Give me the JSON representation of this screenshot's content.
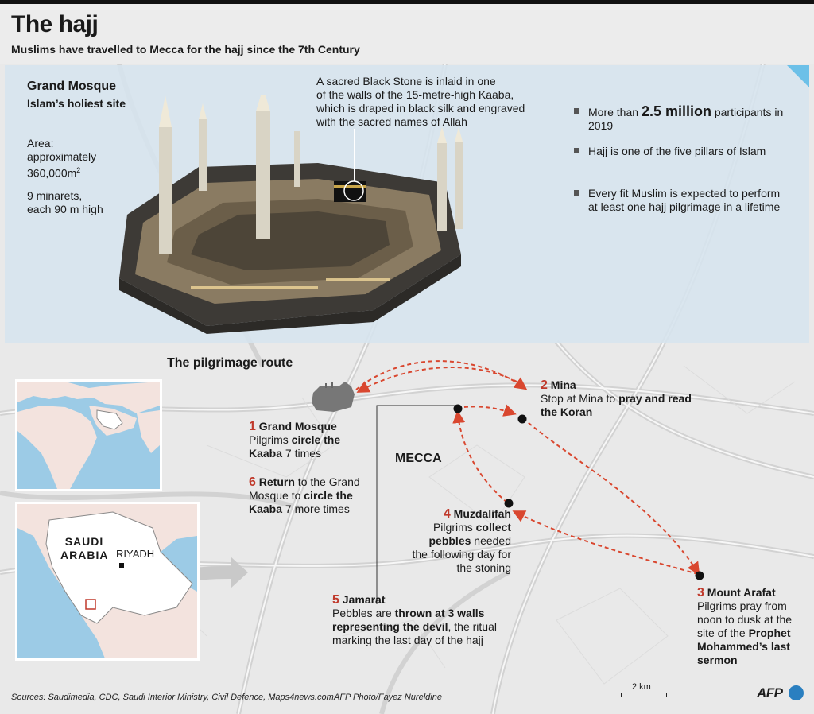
{
  "header": {
    "title": "The hajj",
    "subtitle": "Muslims have travelled to Mecca for the hajj since the 7th Century"
  },
  "mosque": {
    "title": "Grand Mosque",
    "subtitle": "Islam’s holiest site",
    "area_text": "Area:\napproximately\n360,000m",
    "area_sup": "2",
    "minarets_text": "9 minarets,\neach 90 m high",
    "stone_note": "A sacred Black Stone is inlaid in one\nof the walls of the 15-metre-high Kaaba,\nwhich is draped in black silk and engraved\nwith the sacred names of Allah"
  },
  "facts": [
    {
      "pre": "More than ",
      "bold": "2.5 million",
      "post": " participants in 2019"
    },
    {
      "pre": "Hajj is one of the five pillars of Islam",
      "bold": "",
      "post": ""
    },
    {
      "pre": "Every fit Muslim is expected to perform at least one hajj pilgrimage in a lifetime",
      "bold": "",
      "post": ""
    }
  ],
  "route": {
    "title": "The pilgrimage route",
    "city_label": "MECCA",
    "steps": {
      "s1": {
        "num": "1",
        "name": "Grand Mosque",
        "t1": "Pilgrims ",
        "b1": "circle the Kaaba",
        "t2": " 7 times"
      },
      "s2": {
        "num": "2",
        "name": "Mina",
        "t1": "Stop at Mina to ",
        "b1": "pray and read the Koran",
        "t2": ""
      },
      "s3": {
        "num": "3",
        "name": "Mount Arafat",
        "t1": "Pilgrims pray from noon to dusk at the site of the ",
        "b1": "Prophet Mohammed’s last sermon",
        "t2": ""
      },
      "s4": {
        "num": "4",
        "name": "Muzdalifah",
        "t1": "Pilgrims ",
        "b1": "collect pebbles",
        "t2": " needed the following day for the stoning"
      },
      "s5": {
        "num": "5",
        "name": "Jamarat",
        "t1": "Pebbles are ",
        "b1": "thrown",
        "t2": " at 3 walls",
        "b2": "representing the devil",
        "t3": ", the ritual marking the last day of the hajj"
      },
      "s6": {
        "num": "6",
        "name": "",
        "b0": "Return",
        "t1": " to the Grand Mosque to ",
        "b1": "circle the Kaaba",
        "t2": " 7 more times"
      }
    }
  },
  "inset": {
    "country": "SAUDI\nARABIA",
    "capital": "RIYADH"
  },
  "footer": {
    "sources": "Sources: Saudimedia, CDC, Saudi Interior Ministry, Civil Defence, Maps4news.com",
    "credit": "AFP Photo/Fayez Nureldine",
    "scale": "2 km",
    "logo": "AFP"
  },
  "colors": {
    "route_red": "#d9472f",
    "step_number": "#c0392b",
    "sea": "#9ccbe6",
    "land": "#f3e3de",
    "panel": "#d6e4ee"
  }
}
